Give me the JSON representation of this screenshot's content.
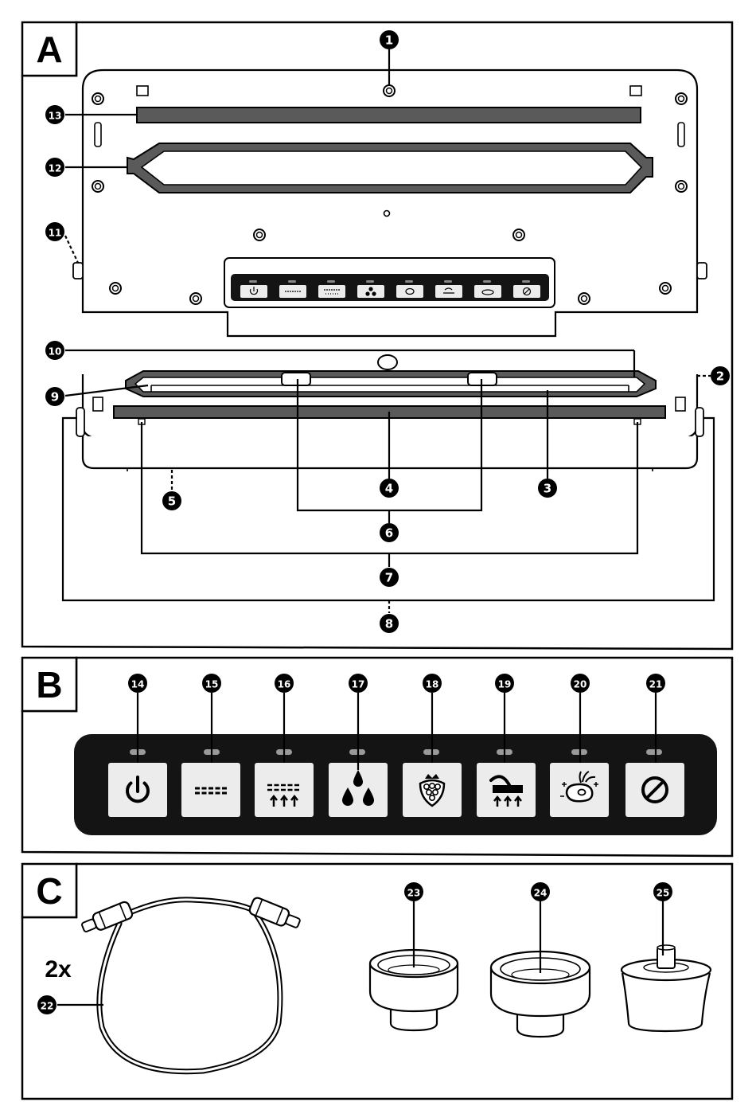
{
  "sections": {
    "a": "A",
    "b": "B",
    "c": "C"
  },
  "callouts": {
    "c1": "1",
    "c2": "2",
    "c3": "3",
    "c4": "4",
    "c5": "5",
    "c6": "6",
    "c7": "7",
    "c8": "8",
    "c9": "9",
    "c10": "10",
    "c11": "11",
    "c12": "12",
    "c13": "13",
    "c14": "14",
    "c15": "15",
    "c16": "16",
    "c17": "17",
    "c18": "18",
    "c19": "19",
    "c20": "20",
    "c21": "21",
    "c22": "22",
    "c23": "23",
    "c24": "24",
    "c25": "25"
  },
  "hose_count": "2x",
  "colors": {
    "panel": "#141414",
    "button_face": "#ececec",
    "sealing_bar": "#5a5a5a",
    "led": "#9a9a9a"
  },
  "panel_icons": [
    "power-icon",
    "seal-icon",
    "vacuum-seal-icon",
    "moist-icon",
    "delicate-icon",
    "pulse-icon",
    "marinate-icon",
    "stop-icon"
  ]
}
